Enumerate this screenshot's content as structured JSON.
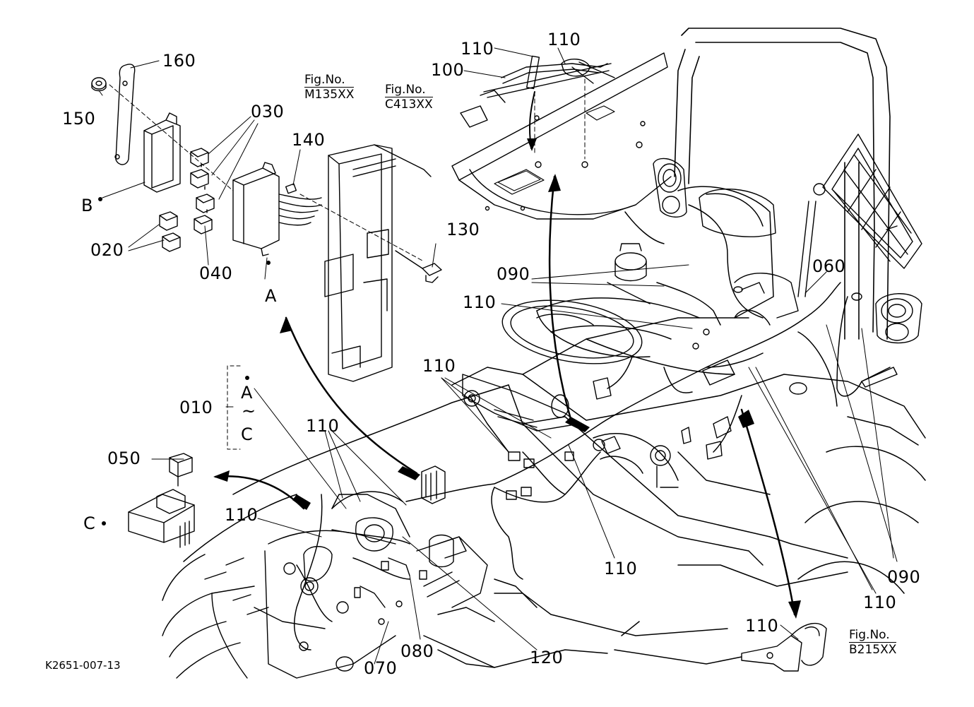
{
  "diagram": {
    "code": "K2651-007-13",
    "fig_refs": [
      {
        "id": "m135",
        "label": "Fig.No.",
        "number": "M135XX"
      },
      {
        "id": "c413",
        "label": "Fig.No.",
        "number": "C413XX"
      },
      {
        "id": "b215",
        "label": "Fig.No.",
        "number": "B215XX"
      }
    ],
    "callouts": {
      "p160": "160",
      "p150": "150",
      "p030": "030",
      "p140": "140",
      "p020": "020",
      "p040": "040",
      "pB": "B",
      "pA_top": "A",
      "p110_top_a": "110",
      "p110_top_b": "110",
      "p100": "100",
      "p130": "130",
      "p090_a": "090",
      "p060": "060",
      "p110_mid": "110",
      "p010": "010",
      "pA_range": "A",
      "tilde": "~",
      "pC_range": "C",
      "p110_center": "110",
      "p110_left": "110",
      "p050": "050",
      "pC": "C",
      "p110_left_lower": "110",
      "p110_bottom_mid": "110",
      "p110_right": "110",
      "p090_b": "090",
      "p110_bottom_right": "110",
      "p080": "080",
      "p070": "070",
      "p120": "120"
    }
  }
}
